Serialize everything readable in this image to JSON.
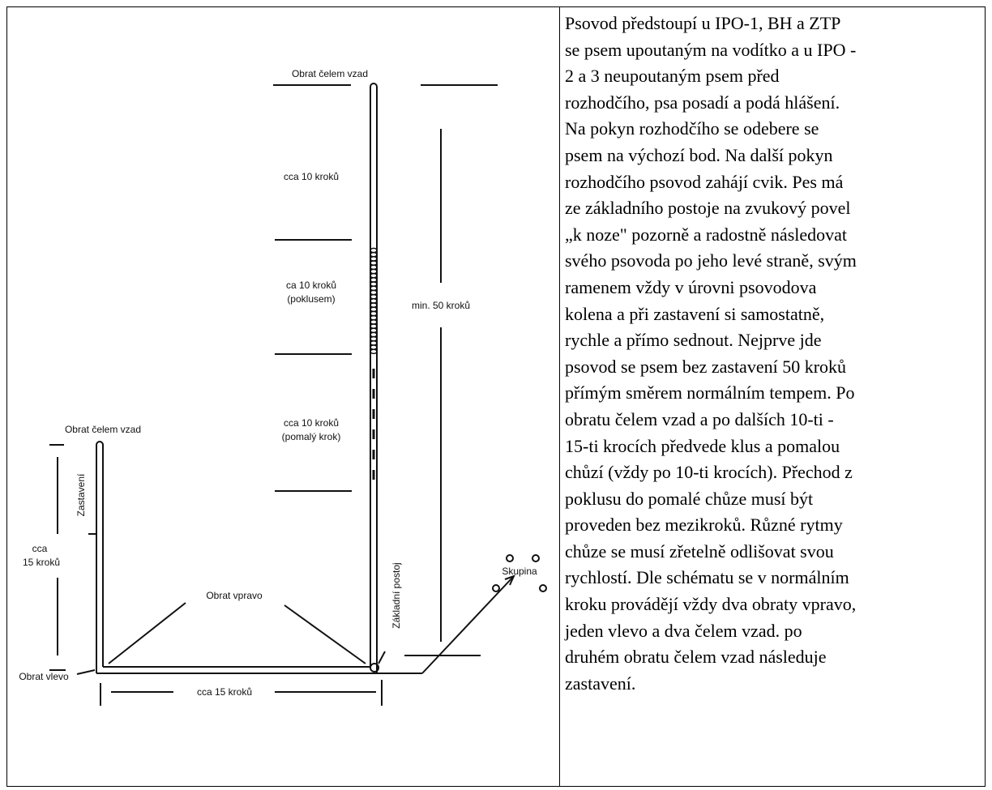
{
  "diagram": {
    "labels": {
      "turn_about_top": "Obrat čelem vzad",
      "steps_10_normal": "cca 10 kroků",
      "steps_10_trot_line1": "ca 10 kroků",
      "steps_10_trot_line2": "(poklusem)",
      "min_50_steps": "min. 50 kroků",
      "steps_10_slow_line1": "cca 10 kroků",
      "steps_10_slow_line2": "(pomalý krok)",
      "turn_about_left": "Obrat čelem vzad",
      "halt": "Zastavení",
      "steps_15_line1": "cca",
      "steps_15_line2": "15 kroků",
      "turn_right": "Obrat vpravo",
      "basic_position": "Základní postoj",
      "group": "Skupina",
      "turn_left": "Obrat vlevo",
      "steps_15_bottom": "cca 15 kroků"
    }
  },
  "description": {
    "text": "Psovod předstoupí u IPO-1, BH a ZTP\nse psem upoutaným na vodítko a u IPO -\n2 a 3 neupoutaným psem před\nrozhodčího, psa posadí a podá hlášení.\nNa pokyn rozhodčího se odebere se\npsem na výchozí bod. Na další pokyn\nrozhodčího psovod zahájí cvik. Pes má\nze základního postoje na zvukový povel\n„k noze\" pozorně a radostně následovat\nsvého psovoda po jeho levé straně, svým\nramenem vždy v úrovni psovodova\nkolena a při zastavení si samostatně,\nrychle a přímo sednout. Nejprve jde\npsovod se psem bez zastavení 50 kroků\npřímým směrem normálním tempem. Po\nobratu čelem vzad a po dalších 10-ti -\n15-ti krocích předvede klus a pomalou\nchůzí (vždy po 10-ti krocích). Přechod z\npoklusu do pomalé chůze musí být\nproveden bez mezikroků. Různé rytmy\nchůze se musí zřetelně odlišovat svou\nrychlostí. Dle schématu se v normálním\nkroku provádějí vždy dva obraty vpravo,\njeden vlevo a dva čelem vzad. po\ndruhém obratu čelem vzad následuje\nzastavení."
  }
}
